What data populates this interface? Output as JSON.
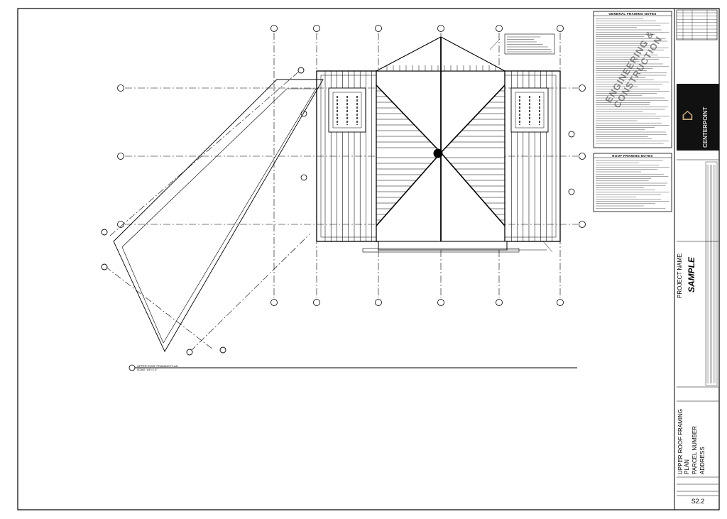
{
  "drawing": {
    "plan_title": "UPPER ROOF FRAMING PLAN",
    "plan_scale": "SCALE: 1/4\"=1'-0\"",
    "general_notes_title": "GENERAL FRAMING NOTES",
    "roof_notes_title": "ROOF FRAMING NOTES"
  },
  "title_block": {
    "project_name_label": "PROJECT NAME:",
    "project_name": "SAMPLE",
    "sheet_title": "UPPER ROOF FRAMING PLAN",
    "parcel": "PARCEL NUMBER",
    "address": "ADDRESS",
    "sheet_number": "S2.2",
    "company": "CENTERPOINT",
    "watermark": "ENGINEERING & CONSTRUCTION"
  }
}
